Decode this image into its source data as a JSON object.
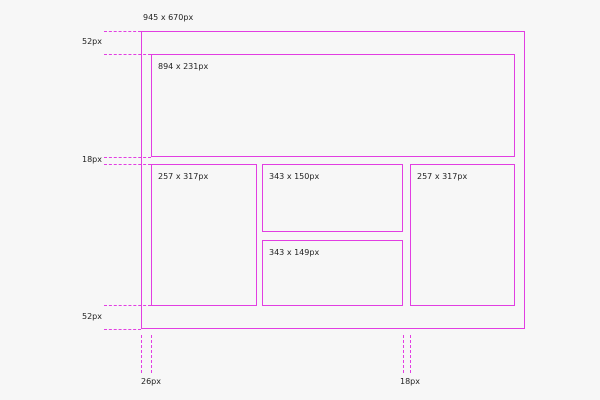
{
  "outer": {
    "label": "945 x 670px"
  },
  "blocks": {
    "hero": {
      "label": "894 x 231px"
    },
    "left": {
      "label": "257 x 317px"
    },
    "center_top": {
      "label": "343 x 150px"
    },
    "center_bottom": {
      "label": "343 x 149px"
    },
    "right": {
      "label": "257 x 317px"
    }
  },
  "measurements": {
    "top_margin": "52px",
    "row_gap": "18px",
    "bottom_margin": "52px",
    "side_margin": "26px",
    "column_gap": "18px"
  },
  "colors": {
    "outline": "#e23ee2",
    "background": "#f7f7f7",
    "text": "#222222"
  }
}
